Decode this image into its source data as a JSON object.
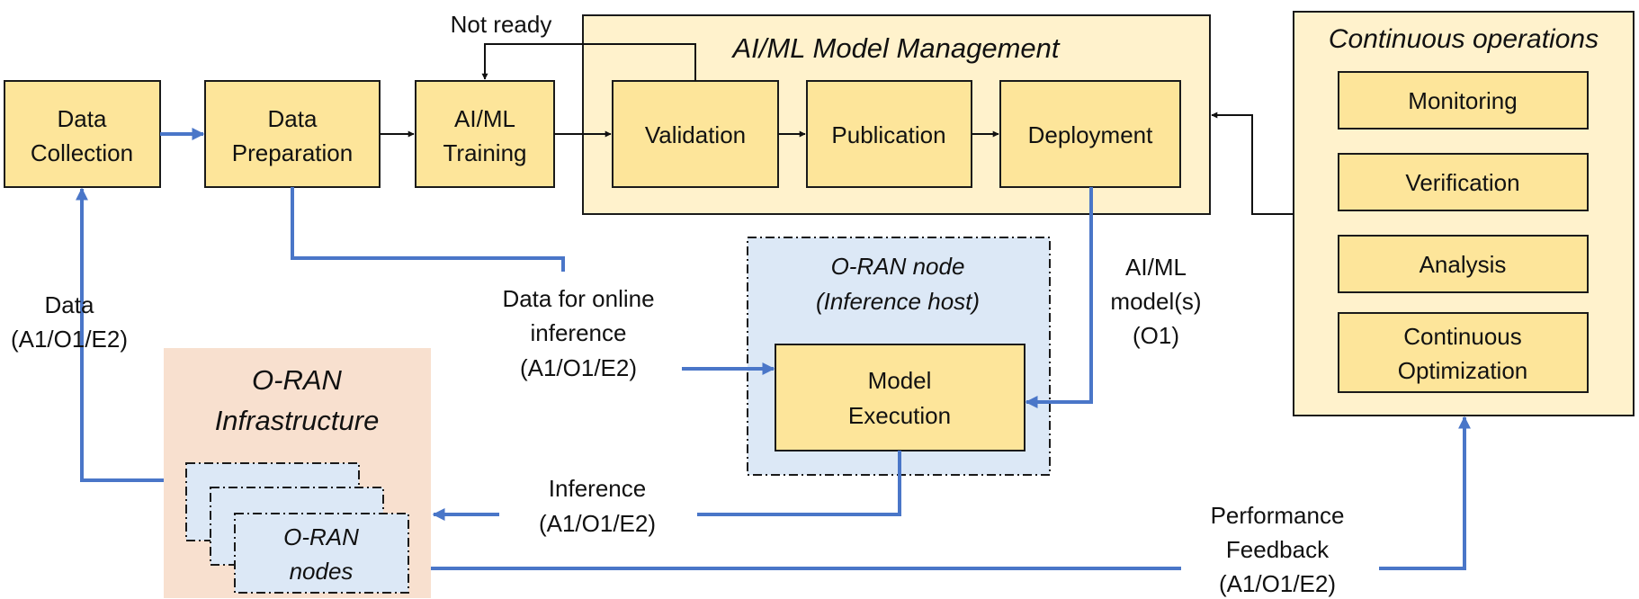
{
  "colors": {
    "box_fill": "#fde59a",
    "box_stroke": "#1a1a1a",
    "panel_fill": "#fff2cc",
    "infra_fill": "#f8e0cf",
    "node_fill": "#dce8f6",
    "blue_line": "#4a76c8",
    "black_line": "#111111"
  },
  "nodes": {
    "data_collection": [
      "Data",
      "Collection"
    ],
    "data_preparation": [
      "Data",
      "Preparation"
    ],
    "aiml_training": [
      "AI/ML",
      "Training"
    ],
    "validation": "Validation",
    "publication": "Publication",
    "deployment": "Deployment",
    "monitoring": "Monitoring",
    "verification": "Verification",
    "analysis": "Analysis",
    "continuous_optimization": [
      "Continuous",
      "Optimization"
    ],
    "model_execution": [
      "Model",
      "Execution"
    ],
    "oran_nodes": [
      "O-RAN",
      "nodes"
    ]
  },
  "groups": {
    "model_management": "AI/ML Model Management",
    "continuous_operations": "Continuous operations",
    "oran_node": [
      "O-RAN node",
      "(Inference host)"
    ],
    "oran_infrastructure": [
      "O-RAN",
      "Infrastructure"
    ]
  },
  "edge_labels": {
    "not_ready": "Not ready",
    "data": [
      "Data",
      "(A1/O1/E2)"
    ],
    "online_inference": [
      "Data for online",
      "inference",
      "(A1/O1/E2)"
    ],
    "aiml_models": [
      "AI/ML",
      "model(s)",
      "(O1)"
    ],
    "inference": [
      "Inference",
      "(A1/O1/E2)"
    ],
    "performance_feedback": [
      "Performance",
      "Feedback",
      "(A1/O1/E2)"
    ]
  }
}
